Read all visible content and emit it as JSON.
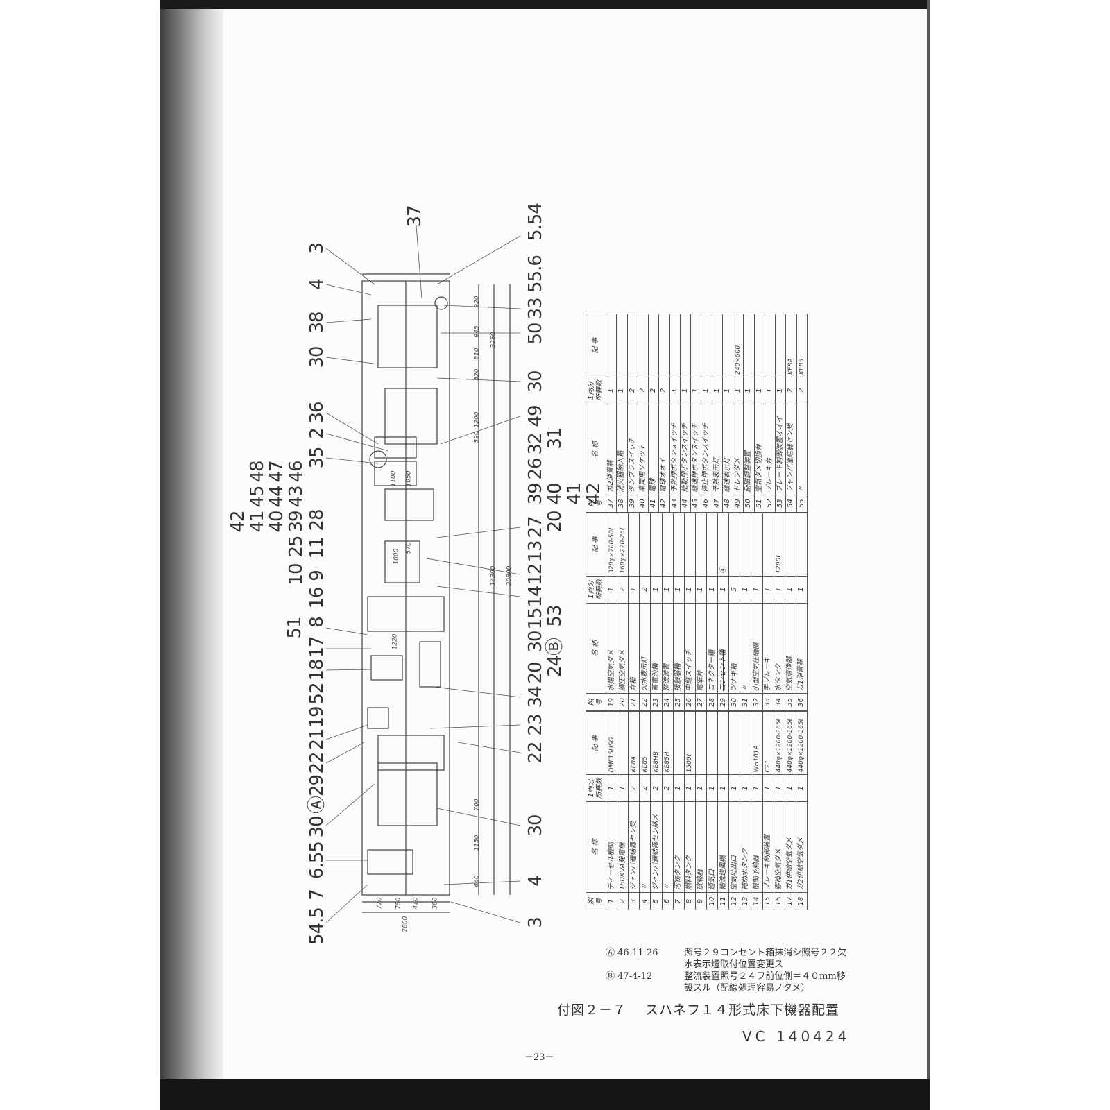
{
  "drawing": {
    "callouts_left": [
      "3",
      "4",
      "38",
      "30",
      "36",
      "2",
      "35",
      "48",
      "47",
      "46",
      "45",
      "44",
      "43",
      "42",
      "41",
      "40",
      "39",
      "28",
      "11",
      "25",
      "10",
      "9",
      "16",
      "51",
      "8",
      "17",
      "18",
      "52",
      "19",
      "21",
      "22",
      "Ⓐ29",
      "30",
      "6.55",
      "7",
      "54.5"
    ],
    "callouts_right": [
      "5.54",
      "37",
      "55.6",
      "33",
      "50",
      "30",
      "49",
      "32",
      "31",
      "26",
      "39",
      "40",
      "41",
      "42",
      "20",
      "27",
      "13",
      "12",
      "14",
      "15",
      "53",
      "30",
      "24Ⓑ",
      "20",
      "34",
      "23",
      "22",
      "30",
      "4",
      "3"
    ],
    "dimensions": [
      "2800",
      "770",
      "750",
      "410",
      "380",
      "920",
      "945",
      "810",
      "520",
      "1200",
      "590",
      "700",
      "1150",
      "3250",
      "14300",
      "20800",
      "1100",
      "1050",
      "570",
      "1000",
      "1220",
      "640"
    ]
  },
  "parts_table": {
    "headers": {
      "no": "照号",
      "name": "名 称",
      "qty": "1両分所要数",
      "remarks": "記 事"
    },
    "rows": [
      {
        "no": "1",
        "name": "ディーゼル機関",
        "qty": "1",
        "remarks": "DMF15HSG"
      },
      {
        "no": "2",
        "name": "180KVA発電機",
        "qty": "1",
        "remarks": ""
      },
      {
        "no": "3",
        "name": "ジャンパ連結器セン受",
        "qty": "2",
        "remarks": "KE8A"
      },
      {
        "no": "4",
        "name": "〃",
        "qty": "2",
        "remarks": "KE85"
      },
      {
        "no": "5",
        "name": "ジャンパ連結器セン納メ",
        "qty": "2",
        "remarks": "KE8HB"
      },
      {
        "no": "6",
        "name": "〃",
        "qty": "2",
        "remarks": "KE85H"
      },
      {
        "no": "7",
        "name": "汚物タンク",
        "qty": "1",
        "remarks": ""
      },
      {
        "no": "8",
        "name": "燃料タンク",
        "qty": "1",
        "remarks": "1500ℓ"
      },
      {
        "no": "9",
        "name": "放熱器",
        "qty": "1",
        "remarks": ""
      },
      {
        "no": "10",
        "name": "通気口",
        "qty": "1",
        "remarks": ""
      },
      {
        "no": "11",
        "name": "軸流送風機",
        "qty": "1",
        "remarks": ""
      },
      {
        "no": "12",
        "name": "空気吐出口",
        "qty": "1",
        "remarks": ""
      },
      {
        "no": "13",
        "name": "補助水タンク",
        "qty": "1",
        "remarks": ""
      },
      {
        "no": "14",
        "name": "機関予熱器",
        "qty": "1",
        "remarks": "WH101A"
      },
      {
        "no": "15",
        "name": "ブレーキ制御装置",
        "qty": "1",
        "remarks": "C21"
      },
      {
        "no": "16",
        "name": "客補空気ダメ",
        "qty": "1",
        "remarks": "440φ×1200-165ℓ"
      },
      {
        "no": "17",
        "name": "ガ1供給空気ダメ",
        "qty": "1",
        "remarks": "440φ×1200-165ℓ"
      },
      {
        "no": "18",
        "name": "ガ2供給空気ダメ",
        "qty": "1",
        "remarks": "440φ×1200-165ℓ"
      },
      {
        "no": "19",
        "name": "水揚空気ダメ",
        "qty": "1",
        "remarks": "320φ×700-50ℓ"
      },
      {
        "no": "20",
        "name": "調圧空気ダメ",
        "qty": "2",
        "remarks": "160φ×220-25ℓ"
      },
      {
        "no": "21",
        "name": "弁箱",
        "qty": "1",
        "remarks": ""
      },
      {
        "no": "22",
        "name": "欠水表示灯",
        "qty": "2",
        "remarks": ""
      },
      {
        "no": "23",
        "name": "蓄電池箱",
        "qty": "1",
        "remarks": ""
      },
      {
        "no": "24",
        "name": "整流装置",
        "qty": "1",
        "remarks": ""
      },
      {
        "no": "25",
        "name": "接触器箱",
        "qty": "1",
        "remarks": ""
      },
      {
        "no": "26",
        "name": "中継スイッチ",
        "qty": "1",
        "remarks": ""
      },
      {
        "no": "27",
        "name": "電磁弁",
        "qty": "1",
        "remarks": ""
      },
      {
        "no": "28",
        "name": "コネクター箱",
        "qty": "1",
        "remarks": ""
      },
      {
        "no": "29",
        "name": "コンセント箱",
        "qty": "1",
        "remarks": "Ⓐ"
      },
      {
        "no": "30",
        "name": "ツナギ箱",
        "qty": "5",
        "remarks": ""
      },
      {
        "no": "31",
        "name": "〃",
        "qty": "1",
        "remarks": ""
      },
      {
        "no": "32",
        "name": "小型空気圧縮機",
        "qty": "1",
        "remarks": ""
      },
      {
        "no": "33",
        "name": "手ブレーキ",
        "qty": "1",
        "remarks": ""
      },
      {
        "no": "34",
        "name": "水タンク",
        "qty": "1",
        "remarks": "1200ℓ"
      },
      {
        "no": "35",
        "name": "空気清浄器",
        "qty": "1",
        "remarks": ""
      },
      {
        "no": "36",
        "name": "ガ1消音器",
        "qty": "1",
        "remarks": ""
      },
      {
        "no": "37",
        "name": "ガ2消音器",
        "qty": "1",
        "remarks": ""
      },
      {
        "no": "38",
        "name": "消火器納入箱",
        "qty": "1",
        "remarks": ""
      },
      {
        "no": "39",
        "name": "ダンプラスイッチ",
        "qty": "2",
        "remarks": ""
      },
      {
        "no": "40",
        "name": "車両用ソケット",
        "qty": "2",
        "remarks": ""
      },
      {
        "no": "41",
        "name": "電球",
        "qty": "2",
        "remarks": ""
      },
      {
        "no": "42",
        "name": "電球オオイ",
        "qty": "2",
        "remarks": ""
      },
      {
        "no": "43",
        "name": "予熱押ボタンスイッチ",
        "qty": "1",
        "remarks": ""
      },
      {
        "no": "44",
        "name": "始動押ボタンスイッチ",
        "qty": "1",
        "remarks": ""
      },
      {
        "no": "45",
        "name": "緩速押ボタンスイッチ",
        "qty": "1",
        "remarks": ""
      },
      {
        "no": "46",
        "name": "停止押ボタンスイッチ",
        "qty": "1",
        "remarks": ""
      },
      {
        "no": "47",
        "name": "予熱表示灯",
        "qty": "1",
        "remarks": ""
      },
      {
        "no": "48",
        "name": "緩速表示灯",
        "qty": "1",
        "remarks": ""
      },
      {
        "no": "49",
        "name": "ドレンダメ",
        "qty": "1",
        "remarks": "240×600"
      },
      {
        "no": "50",
        "name": "励磁調整装置",
        "qty": "1",
        "remarks": ""
      },
      {
        "no": "51",
        "name": "空気ダメ切換弁",
        "qty": "1",
        "remarks": ""
      },
      {
        "no": "52",
        "name": "ブレーキ弁",
        "qty": "1",
        "remarks": ""
      },
      {
        "no": "53",
        "name": "ブレーキ制御装置オオイ",
        "qty": "1",
        "remarks": ""
      },
      {
        "no": "54",
        "name": "ジャンパ連結器セン受",
        "qty": "2",
        "remarks": "KE8A"
      },
      {
        "no": "55",
        "name": "〃",
        "qty": "2",
        "remarks": "KE85"
      }
    ]
  },
  "notes": [
    {
      "mark": "Ⓐ",
      "date": "46-11-26",
      "line1": "照号２９コンセント箱抹消シ照号２２欠",
      "line2": "水表示燈取付位置変更ス"
    },
    {
      "mark": "Ⓑ",
      "date": "47-4-12",
      "line1": "整流装置照号２４ヲ前位側＝４０mm移",
      "line2": "設スル（配線処理容易ノタメ）"
    }
  ],
  "caption": "付図２－７　 スハネフ１４形式床下機器配置",
  "code": "VC 140424",
  "page_number": "－23－"
}
